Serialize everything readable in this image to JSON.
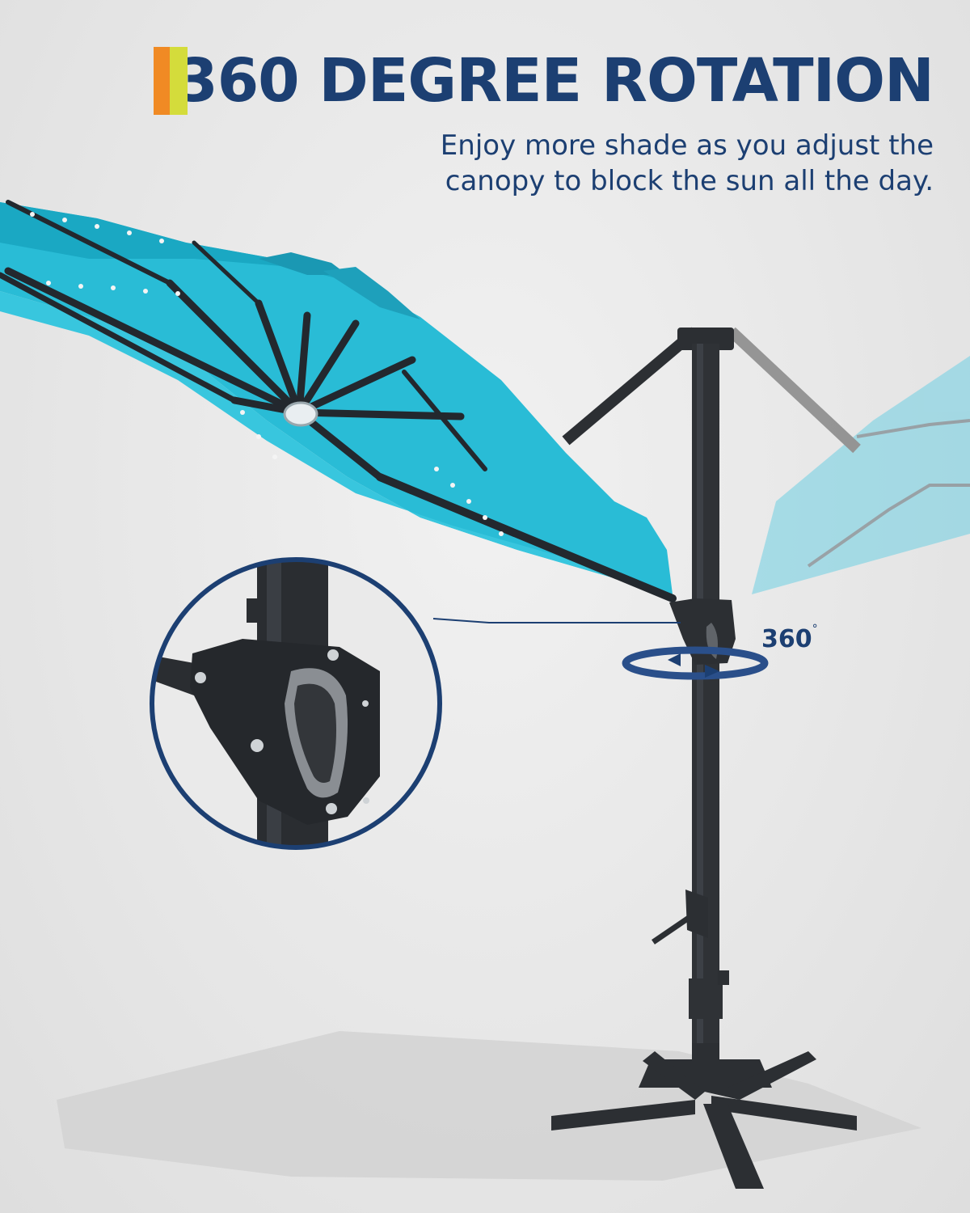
{
  "title": "360 DEGREE ROTATION",
  "subtitle": [
    "Enjoy more shade as you adjust the",
    "canopy to block the sun all the day."
  ],
  "rotation_label": "360",
  "rotation_unit": "°",
  "colors": {
    "brand_blue": "#1c3f72",
    "canopy": "#29bcd6",
    "pole": "#2c2f33",
    "accent_orange": "#f08a24",
    "accent_yellow": "#d4dc3b"
  }
}
